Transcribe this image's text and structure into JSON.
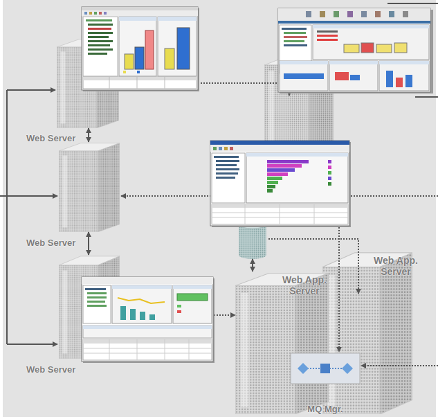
{
  "diagram": {
    "nodes": [
      {
        "text": [
          "Web Server"
        ]
      },
      {
        "text": [
          "Web Server"
        ]
      },
      {
        "text": [
          "Web Server"
        ]
      },
      {
        "text": [
          "Web App. Server"
        ]
      },
      {
        "text": [
          "Web App. Server"
        ]
      },
      {
        "text": [
          "MQ Mgr."
        ]
      }
    ],
    "edges": [
      {
        "from": 0,
        "to": 1,
        "arrow": "both"
      },
      {
        "from": 1,
        "to": 2,
        "arrow": "both"
      },
      {
        "from": 2,
        "to": 3,
        "arrow": "to"
      }
    ]
  }
}
